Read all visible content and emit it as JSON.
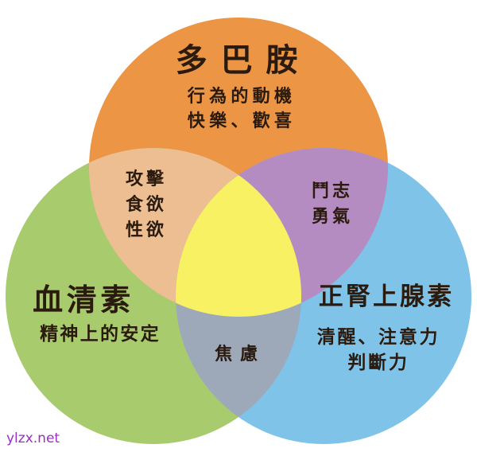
{
  "colors": {
    "background": "#ffffff",
    "dopamine_circle": "#eb9545",
    "serotonin_circle": "#a8cb6e",
    "norepinephrine_circle": "#7fc3e8",
    "overlap_dopamine_serotonin": "#ecbe92",
    "overlap_dopamine_norepinephrine": "#b58cc1",
    "overlap_serotonin_norepinephrine": "#9da9b9",
    "overlap_center": "#f8f163",
    "text": "#2b1b0e",
    "watermark": "#9b2fc4"
  },
  "venn": {
    "dopamine": {
      "title": "多巴胺",
      "lines": [
        "行為的動機",
        "快樂、歡喜"
      ]
    },
    "serotonin": {
      "title": "血清素",
      "lines": [
        "精神上的安定"
      ]
    },
    "norepinephrine": {
      "title": "正腎上腺素",
      "lines": [
        "清醒、注意力",
        "判斷力"
      ]
    },
    "overlap_dopamine_serotonin": {
      "lines": [
        "攻擊",
        "食欲",
        "性欲"
      ]
    },
    "overlap_dopamine_norepinephrine": {
      "lines": [
        "鬥志",
        "勇氣"
      ]
    },
    "overlap_serotonin_norepinephrine": {
      "lines": [
        "焦慮"
      ]
    }
  },
  "watermark": "ylzx.net"
}
